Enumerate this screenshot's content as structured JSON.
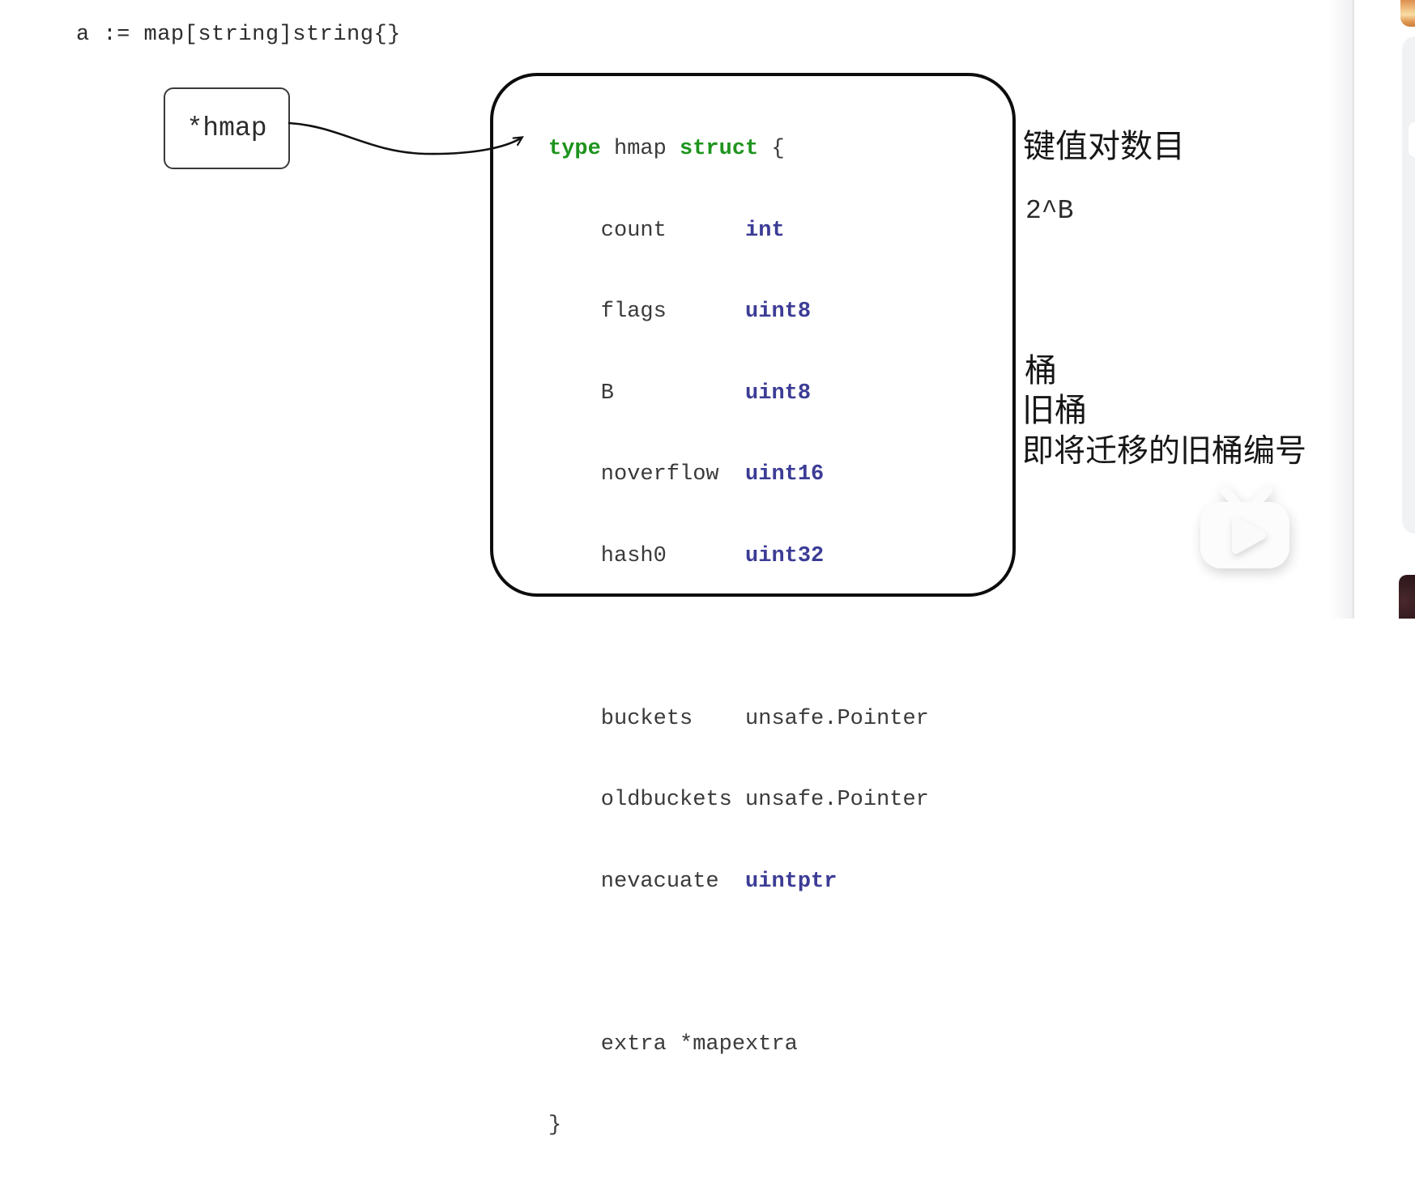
{
  "declaration": "a := map[string]string{}",
  "pointer_box": {
    "label": "*hmap"
  },
  "struct_code": {
    "lines": [
      {
        "tokens": [
          {
            "t": "type"
          },
          {
            "t": " hmap "
          },
          {
            "t": "struct"
          },
          {
            "t": " {"
          }
        ]
      },
      {
        "tokens": [
          {
            "t": "    count      "
          },
          {
            "t": "int"
          }
        ]
      },
      {
        "tokens": [
          {
            "t": "    flags      "
          },
          {
            "t": "uint8"
          }
        ]
      },
      {
        "tokens": [
          {
            "t": "    B          "
          },
          {
            "t": "uint8"
          }
        ]
      },
      {
        "tokens": [
          {
            "t": "    noverflow  "
          },
          {
            "t": "uint16"
          }
        ]
      },
      {
        "tokens": [
          {
            "t": "    hash0      "
          },
          {
            "t": "uint32"
          }
        ]
      },
      {
        "tokens": [
          {
            "t": ""
          }
        ]
      },
      {
        "tokens": [
          {
            "t": "    buckets    unsafe.Pointer"
          }
        ]
      },
      {
        "tokens": [
          {
            "t": "    oldbuckets unsafe.Pointer"
          }
        ]
      },
      {
        "tokens": [
          {
            "t": "    nevacuate  "
          },
          {
            "t": "uintptr"
          }
        ]
      },
      {
        "tokens": [
          {
            "t": ""
          }
        ]
      },
      {
        "tokens": [
          {
            "t": "    extra *mapextra"
          }
        ]
      },
      {
        "tokens": [
          {
            "t": "}"
          }
        ]
      }
    ]
  },
  "annotations": {
    "count": "键值对数目",
    "b": "2^B",
    "buckets": "桶",
    "oldbuckets": "旧桶",
    "nevacuate": "即将迁移的旧桶编号"
  },
  "watermark": {
    "icon": "tv-play-icon"
  },
  "colors": {
    "keyword_green": "#1e941e",
    "type_blue": "#3c3c96",
    "code_plain": "#3a3a3a",
    "box_border": "#0d0d0d",
    "accent_orange": "#e09a55",
    "sidebar_card_gray": "#f1f2f4",
    "thumb_dark": "#341b1f"
  }
}
